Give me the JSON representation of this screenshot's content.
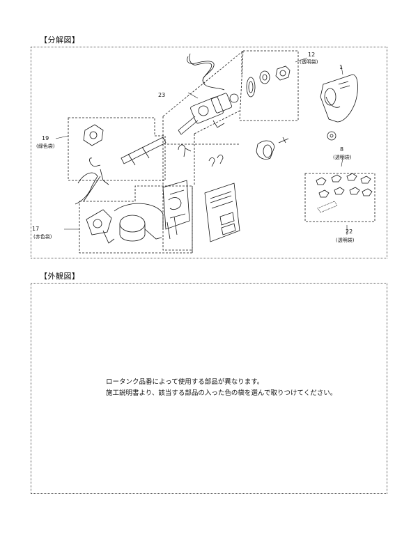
{
  "sections": {
    "exploded_title": "【分解図】",
    "appearance_title": "【外観図】"
  },
  "labels": {
    "part1": {
      "num": "1"
    },
    "part8": {
      "num": "8",
      "bag": "(透明袋)"
    },
    "part12": {
      "num": "12",
      "bag": "(透明袋)"
    },
    "part17": {
      "num": "17",
      "bag": "(赤色袋)"
    },
    "part19": {
      "num": "19",
      "bag": "(緑色袋)"
    },
    "part22": {
      "num": "22",
      "bag": "(透明袋)"
    },
    "part23": {
      "num": "23"
    }
  },
  "notes": {
    "line1": "ロータンク品番によって使用する部品が異なります。",
    "line2": "施工説明書より、該当する部品の入った色の袋を選んで取りつけてください。"
  }
}
